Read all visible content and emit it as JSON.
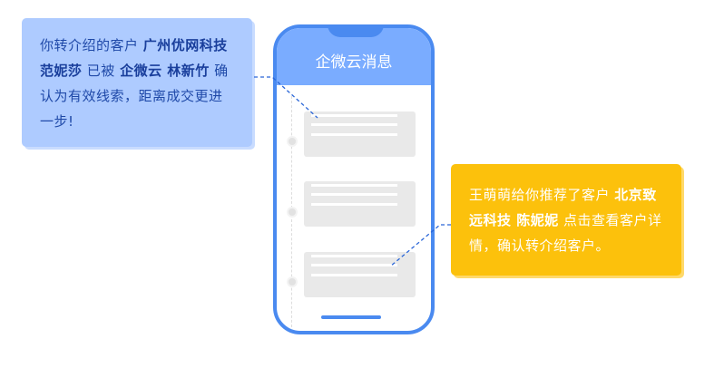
{
  "left_callout": {
    "t1": "你转介绍的客户 ",
    "b1": "广州优网科技 范妮莎",
    "t2": " 已被 ",
    "b2": "企微云 林新竹",
    "t3": " 确认为有效线索，距离成交更进一步!"
  },
  "phone": {
    "title": "企微云消息"
  },
  "right_callout": {
    "t1": "王萌萌给你推荐了客户 ",
    "b1": "北京致远科技 陈妮妮",
    "t2": " 点击查看客户详情，确认转介绍客户。"
  },
  "colors": {
    "blue": "#4a8af0",
    "light_blue": "#aecbff",
    "yellow": "#fcc10c"
  }
}
